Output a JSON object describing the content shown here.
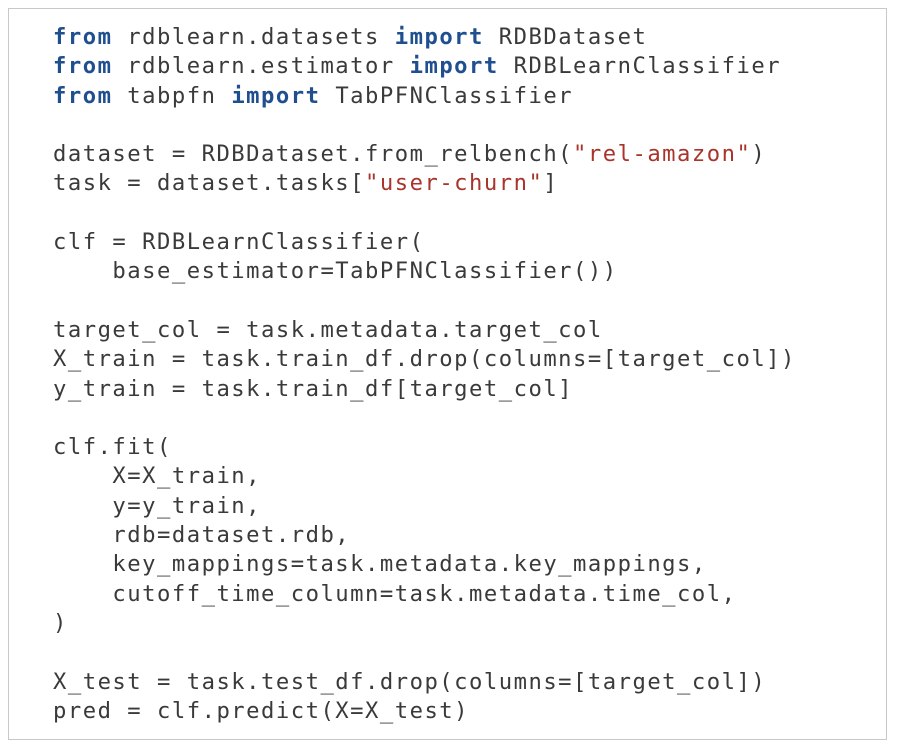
{
  "colors": {
    "keyword": "#1f4f8f",
    "string": "#a8342c",
    "default": "#3a3a3a",
    "border": "#c8c8c8",
    "background": "#ffffff"
  },
  "code": {
    "lines": [
      [
        {
          "t": "from",
          "k": "kw"
        },
        {
          "t": " rdblearn.datasets ",
          "k": "txt"
        },
        {
          "t": "import",
          "k": "kw"
        },
        {
          "t": " RDBDataset",
          "k": "txt"
        }
      ],
      [
        {
          "t": "from",
          "k": "kw"
        },
        {
          "t": " rdblearn.estimator ",
          "k": "txt"
        },
        {
          "t": "import",
          "k": "kw"
        },
        {
          "t": " RDBLearnClassifier",
          "k": "txt"
        }
      ],
      [
        {
          "t": "from",
          "k": "kw"
        },
        {
          "t": " tabpfn ",
          "k": "txt"
        },
        {
          "t": "import",
          "k": "kw"
        },
        {
          "t": " TabPFNClassifier",
          "k": "txt"
        }
      ],
      [],
      [
        {
          "t": "dataset = RDBDataset.from_relbench(",
          "k": "txt"
        },
        {
          "t": "\"rel-amazon\"",
          "k": "str"
        },
        {
          "t": ")",
          "k": "txt"
        }
      ],
      [
        {
          "t": "task = dataset.tasks[",
          "k": "txt"
        },
        {
          "t": "\"user-churn\"",
          "k": "str"
        },
        {
          "t": "]",
          "k": "txt"
        }
      ],
      [],
      [
        {
          "t": "clf = RDBLearnClassifier(",
          "k": "txt"
        }
      ],
      [
        {
          "t": "    base_estimator=TabPFNClassifier())",
          "k": "txt"
        }
      ],
      [],
      [
        {
          "t": "target_col = task.metadata.target_col",
          "k": "txt"
        }
      ],
      [
        {
          "t": "X_train = task.train_df.drop(columns=[target_col])",
          "k": "txt"
        }
      ],
      [
        {
          "t": "y_train = task.train_df[target_col]",
          "k": "txt"
        }
      ],
      [],
      [
        {
          "t": "clf.fit(",
          "k": "txt"
        }
      ],
      [
        {
          "t": "    X=X_train,",
          "k": "txt"
        }
      ],
      [
        {
          "t": "    y=y_train,",
          "k": "txt"
        }
      ],
      [
        {
          "t": "    rdb=dataset.rdb,",
          "k": "txt"
        }
      ],
      [
        {
          "t": "    key_mappings=task.metadata.key_mappings,",
          "k": "txt"
        }
      ],
      [
        {
          "t": "    cutoff_time_column=task.metadata.time_col,",
          "k": "txt"
        }
      ],
      [
        {
          "t": ")",
          "k": "txt"
        }
      ],
      [],
      [
        {
          "t": "X_test = task.test_df.drop(columns=[target_col])",
          "k": "txt"
        }
      ],
      [
        {
          "t": "pred = clf.predict(X=X_test)",
          "k": "txt"
        }
      ]
    ]
  }
}
